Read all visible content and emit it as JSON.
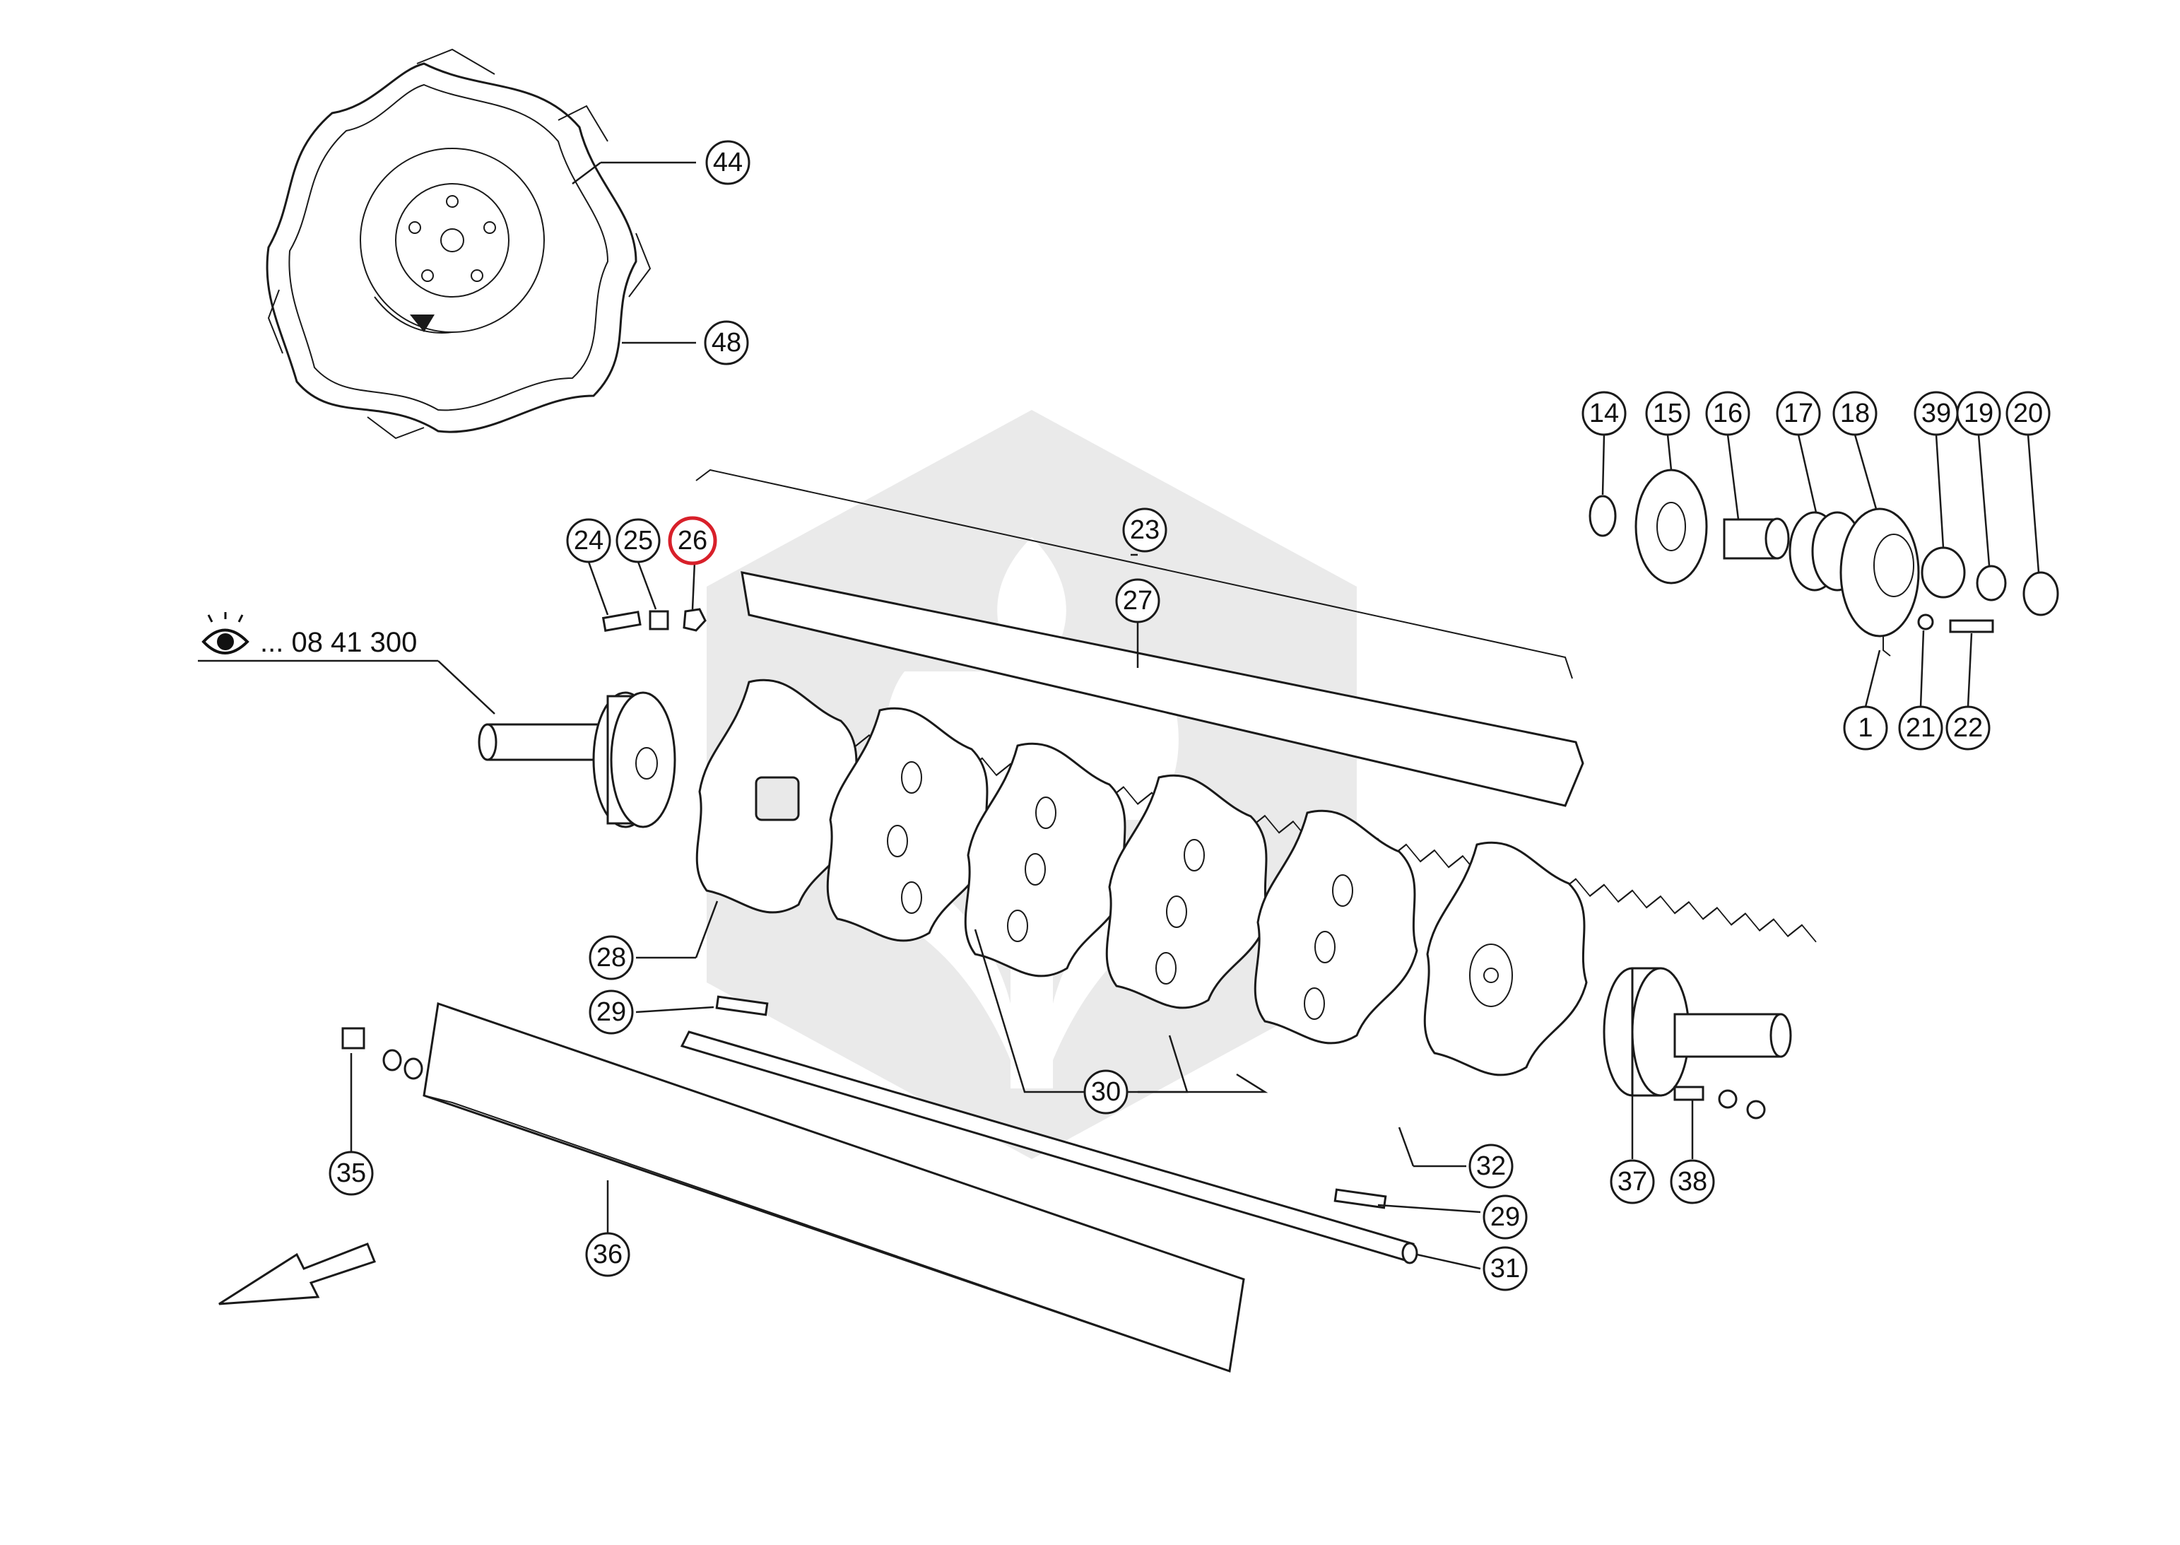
{
  "diagram": {
    "reference_note": "... 08 41 300",
    "reference_icon": "eye-icon",
    "selected_callout": "26",
    "watermark_color": "#d9d9d9",
    "highlight_color": "#d8202a",
    "callouts": [
      {
        "id": "44",
        "label": "44"
      },
      {
        "id": "48",
        "label": "48"
      },
      {
        "id": "14",
        "label": "14"
      },
      {
        "id": "15",
        "label": "15"
      },
      {
        "id": "16",
        "label": "16"
      },
      {
        "id": "17",
        "label": "17"
      },
      {
        "id": "18",
        "label": "18"
      },
      {
        "id": "39",
        "label": "39"
      },
      {
        "id": "19",
        "label": "19"
      },
      {
        "id": "20",
        "label": "20"
      },
      {
        "id": "1",
        "label": "1"
      },
      {
        "id": "21",
        "label": "21"
      },
      {
        "id": "22",
        "label": "22"
      },
      {
        "id": "24",
        "label": "24"
      },
      {
        "id": "25",
        "label": "25"
      },
      {
        "id": "26",
        "label": "26"
      },
      {
        "id": "23",
        "label": "23"
      },
      {
        "id": "27",
        "label": "27"
      },
      {
        "id": "28",
        "label": "28"
      },
      {
        "id": "29a",
        "label": "29"
      },
      {
        "id": "29b",
        "label": "29"
      },
      {
        "id": "30",
        "label": "30"
      },
      {
        "id": "31",
        "label": "31"
      },
      {
        "id": "32",
        "label": "32"
      },
      {
        "id": "35",
        "label": "35"
      },
      {
        "id": "36",
        "label": "36"
      },
      {
        "id": "37",
        "label": "37"
      },
      {
        "id": "38",
        "label": "38"
      }
    ]
  }
}
